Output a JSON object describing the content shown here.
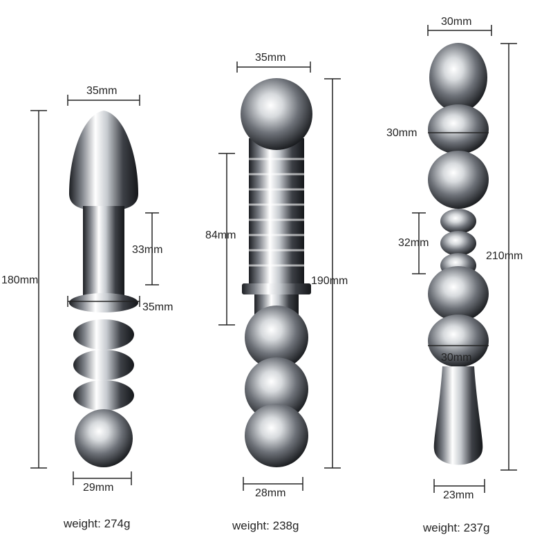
{
  "products": [
    {
      "dims": {
        "top_width": "35mm",
        "length": "180mm",
        "neck_length": "33mm",
        "ring_width": "35mm",
        "base_width": "29mm"
      },
      "weight": {
        "label": "weight:",
        "value": "274g"
      }
    },
    {
      "dims": {
        "top_width": "35mm",
        "ribbed_length": "84mm",
        "length": "190mm",
        "base_width": "28mm"
      },
      "weight": {
        "label": "weight:",
        "value": "238g"
      }
    },
    {
      "dims": {
        "top_width": "30mm",
        "bead_width": "30mm",
        "neck_length": "32mm",
        "length": "210mm",
        "lower_bead_width": "30mm",
        "base_width": "23mm"
      },
      "weight": {
        "label": "weight:",
        "value": "237g"
      }
    }
  ],
  "colors": {
    "metal_light": "#ffffff",
    "metal_mid": "#a9adb3",
    "metal_dark": "#1e2024",
    "line": "#222222"
  }
}
